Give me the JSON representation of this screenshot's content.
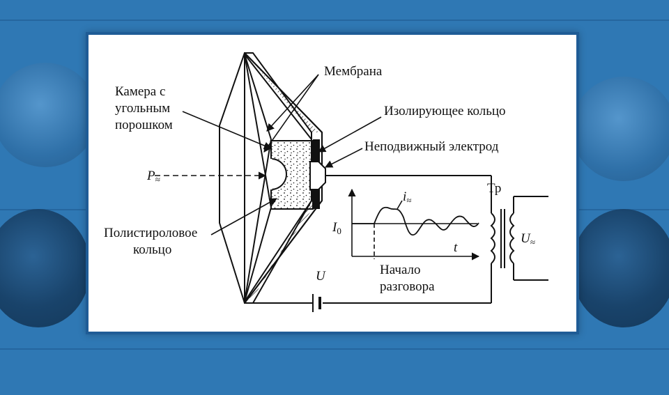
{
  "labels": {
    "membrane": "Мембрана",
    "chamber_line1": "Камера с",
    "chamber_line2": "угольным",
    "chamber_line3": "порошком",
    "insulating_ring": "Изолирующее кольцо",
    "fixed_electrode": "Неподвижный электрод",
    "pressure": "P",
    "pressure_sub": "≈",
    "polystyrene_line1": "Полистироловое",
    "polystyrene_line2": "кольцо",
    "current_i": "i",
    "current_i_sub": "≈",
    "current_I": "I",
    "current_I_sub": "0",
    "time_t": "t",
    "talk_start_line1": "Начало",
    "talk_start_line2": "разговора",
    "voltage_U": "U",
    "transformer": "Тр",
    "output_U": "U",
    "output_U_sub": "≈"
  },
  "colors": {
    "background": "#2f78b4",
    "panel": "#ffffff",
    "ink": "#111111"
  }
}
